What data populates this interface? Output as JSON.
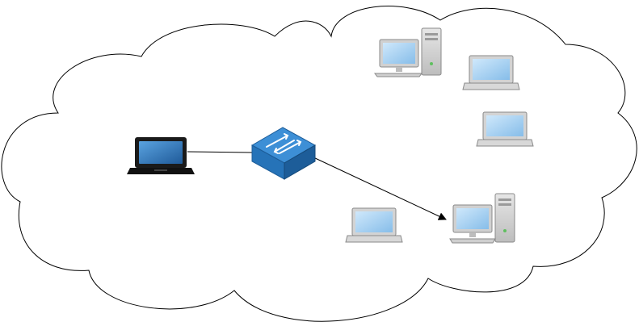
{
  "diagram": {
    "kind": "network",
    "background": "#ffffff",
    "cloud": {
      "icon": "cloud-outline",
      "stroke": "#000000",
      "fill": "#ffffff"
    },
    "nodes": [
      {
        "id": "client-laptop",
        "icon": "laptop-icon",
        "style": "dark",
        "colors": {
          "body": "#1a1a1a",
          "screen": "#2f6fb5"
        }
      },
      {
        "id": "network-switch",
        "icon": "switch-icon",
        "colors": {
          "top": "#3d8fd6",
          "side": "#1d5d99",
          "front": "#2673b8"
        }
      },
      {
        "id": "desktop-top",
        "icon": "desktop-computer-icon",
        "style": "gray"
      },
      {
        "id": "laptop-top-right",
        "icon": "laptop-icon",
        "style": "gray"
      },
      {
        "id": "laptop-middle-right",
        "icon": "laptop-icon",
        "style": "gray"
      },
      {
        "id": "laptop-bottom-left",
        "icon": "laptop-icon",
        "style": "gray"
      },
      {
        "id": "desktop-target",
        "icon": "desktop-computer-icon",
        "style": "gray"
      }
    ],
    "edges": [
      {
        "from": "client-laptop",
        "to": "network-switch",
        "type": "line",
        "arrow": false
      },
      {
        "from": "network-switch",
        "to": "desktop-target",
        "type": "arrow",
        "arrow": true
      }
    ],
    "gray_palette": {
      "body": "#d3d3d3",
      "outline": "#8a8a8a",
      "screen": "#a9d3f5"
    }
  }
}
